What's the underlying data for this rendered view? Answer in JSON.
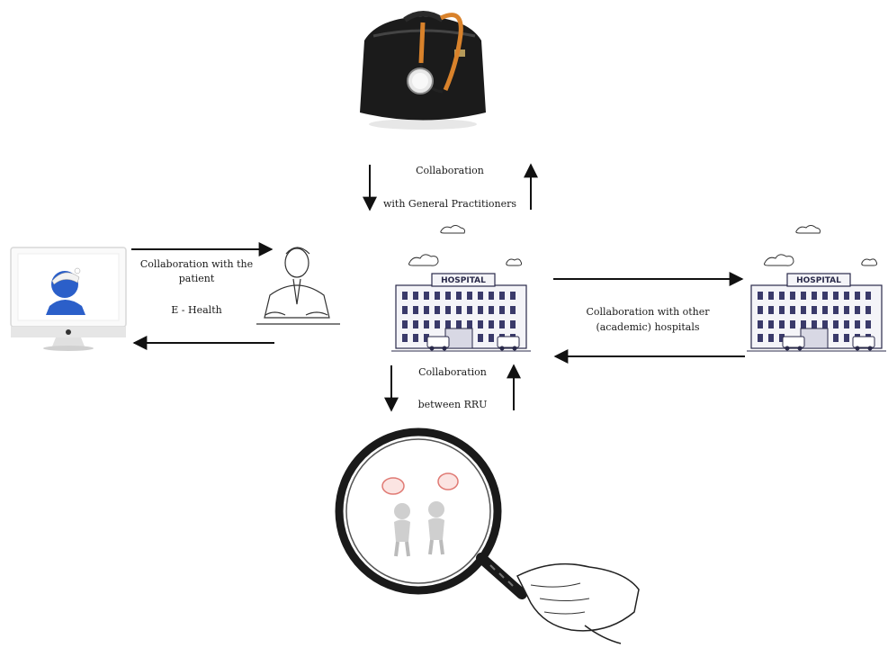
{
  "labels": {
    "gp_line1": "Collaboration",
    "gp_line2": "with General Practitioners",
    "patient_line1": "Collaboration with the",
    "patient_line2": "patient",
    "patient_line3": "E - Health",
    "hosp_line1": "Collaboration with other",
    "hosp_line2": "(academic) hospitals",
    "rru_line1": "Collaboration",
    "rru_line2": "between RRU"
  },
  "building": {
    "sign_text": "HOSPITAL"
  },
  "colors": {
    "arrow": "#111111",
    "stethoscope": "#d9822b",
    "bag": "#1b1b1b",
    "patient_figure": "#2b5fc9",
    "speech_bubble": "#e07a74"
  },
  "icons": [
    "doctor-bag-icon",
    "monitor-patient-icon",
    "doctor-icon",
    "hospital-icon",
    "magnifier-icon"
  ]
}
